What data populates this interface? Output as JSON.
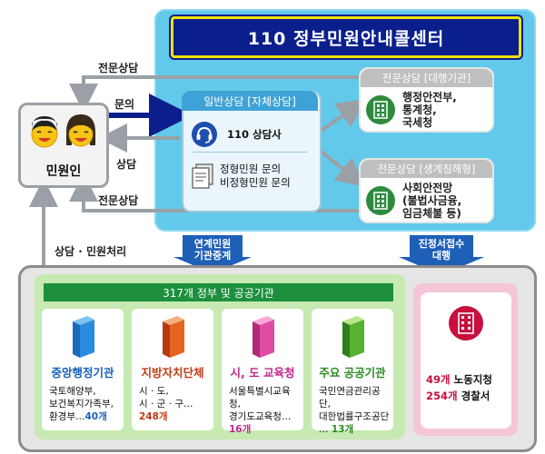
{
  "center": {
    "title": "110 정부민원안내콜센터"
  },
  "citizen": {
    "label": "민원인"
  },
  "arrows": {
    "top_expert": "전문상담",
    "inquiry": "문의",
    "consult": "상담",
    "bottom_expert": "전문상담",
    "process": "상담 · 민원처리"
  },
  "general": {
    "header": "일반상담 [자체상담]",
    "agent": "110 상담사",
    "lines": [
      "정형민원 문의",
      "비정형민원 문의"
    ]
  },
  "expert_agency": {
    "header": "전문상담 [대행기관]",
    "lines": [
      "행정안전부,",
      "통계청,",
      "국세청"
    ]
  },
  "expert_life": {
    "header": "전문상담 [생계침해형]",
    "lines": [
      "사회안전망",
      "(불법사금융,",
      "임금체불 등)"
    ]
  },
  "connectors": {
    "link": [
      "연계민원",
      "기관중계"
    ],
    "onsite": [
      "진정서접수",
      "대행"
    ]
  },
  "lower": {
    "bar": "317개 정부 및 공공기관",
    "cards": [
      {
        "title": "중앙행정기관",
        "lines": [
          "국토해양부,",
          "보건복지가족부,",
          "환경부…"
        ],
        "count": "40개",
        "color": "#1a7bc8"
      },
      {
        "title": "지방자치단체",
        "lines": [
          "시 · 도,",
          "시 · 군 · 구…"
        ],
        "count": "248개",
        "color": "#d8401a"
      },
      {
        "title": "시, 도 교육청",
        "lines": [
          "서울특별시교육청,",
          "경기도교육청…"
        ],
        "count": "16개",
        "color": "#d0308a"
      },
      {
        "title": "주요 공공기관",
        "lines": [
          "국민연금관리공단,",
          "대한법률구조공단",
          "…"
        ],
        "count": "13개",
        "color": "#3c9b2c"
      }
    ],
    "side": {
      "line1_count": "49개",
      "line1_text": "노동지청",
      "line2_count": "254개",
      "line2_text": "경찰서"
    }
  }
}
